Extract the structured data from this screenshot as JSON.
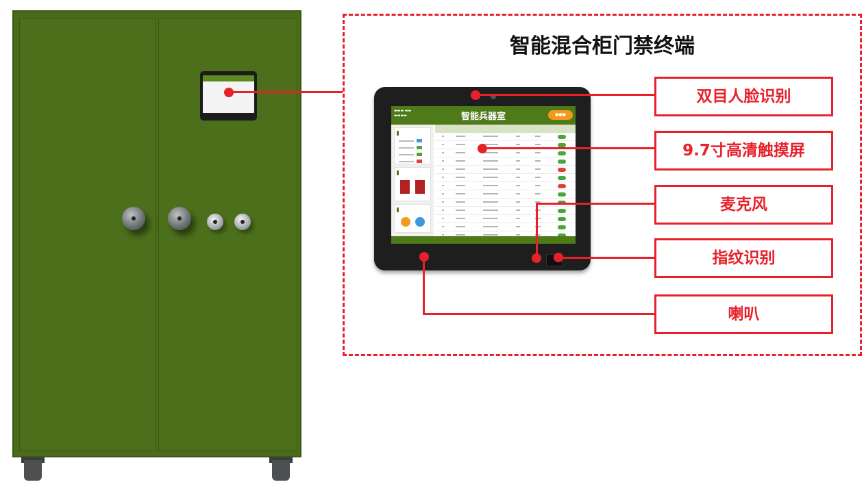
{
  "title": "智能混合柜门禁终端",
  "screen_title": "智能兵器室",
  "callouts": [
    {
      "label": "双目人脸识别"
    },
    {
      "label": "9.7寸高清触摸屏"
    },
    {
      "label": "麦克风"
    },
    {
      "label": "指纹识别"
    },
    {
      "label": "喇叭"
    }
  ],
  "colors": {
    "accent": "#e8202a",
    "cabinet": "#4a6c1a",
    "screen_green": "#4f7a19",
    "badge": "#f39a1b"
  }
}
